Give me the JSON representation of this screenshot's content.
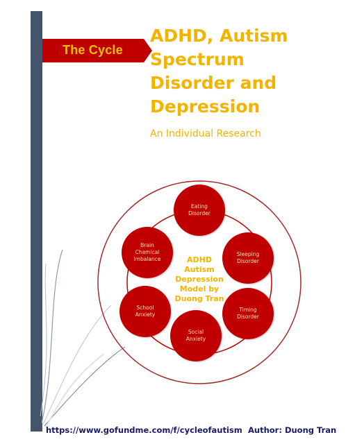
{
  "tag": {
    "label": "The Cycle"
  },
  "title": {
    "lines": [
      "ADHD, Autism",
      "Spectrum",
      "Disorder and",
      "Depression"
    ]
  },
  "subtitle": "An Individual Research",
  "diagram": {
    "center_lines": [
      "ADHD",
      "Autism",
      "Depression",
      "Model by",
      "Duong Tran"
    ],
    "nodes": [
      "Eating\nDisorder",
      "Sleeping\nDisorder",
      "Timing\nDisorder",
      "Social\nAnxiety",
      "School\nAnxiety",
      "Brain\nChemical\nImbalance"
    ]
  },
  "footer": {
    "url": "https://www.gofundme.com/f/cycleofautism",
    "author": "Author:  Duong Tran"
  },
  "colors": {
    "spine": "#44546a",
    "tag_red": "#c00000",
    "gold": "#f2b400",
    "footer_text": "#1a1a66"
  }
}
